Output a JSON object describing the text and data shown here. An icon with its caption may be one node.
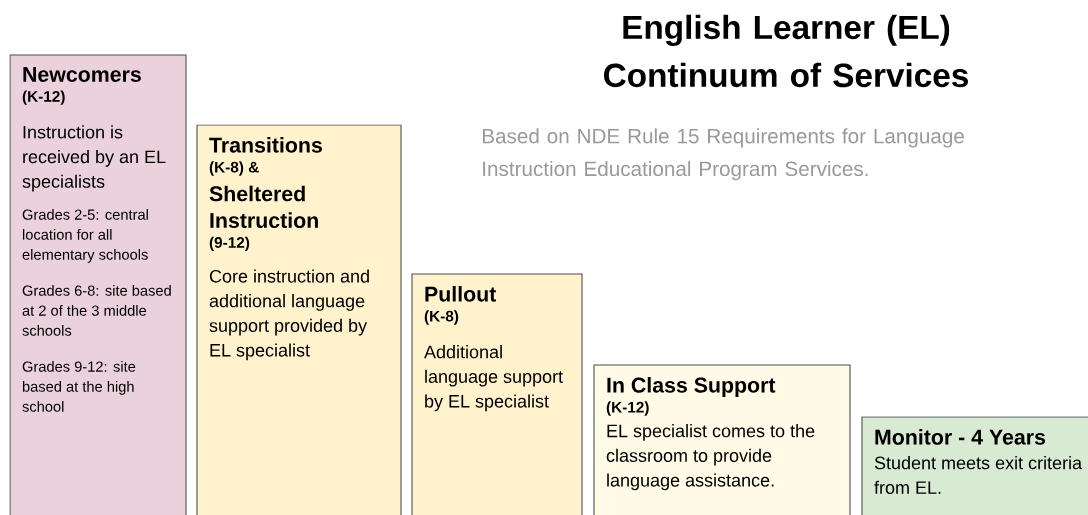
{
  "diagram": {
    "title": "English Learner (EL) Continuum of Services",
    "nodes": [
      {
        "text": [
          "Newcomers",
          "(K-12)",
          "Instruction is received by an EL specialists",
          "Grades 2-5: central location for all elementary schools",
          "Grades 6-8: site based at 2 of the 3 middle schools",
          "Grades 9-12: site based at the high school"
        ]
      },
      {
        "text": [
          "Transitions",
          "(K-8) &",
          "Sheltered Instruction",
          "(9-12)",
          "Core instruction and additional language support provided by EL specialist"
        ]
      },
      {
        "text": [
          "Pullout",
          "(K-8)",
          "Additional language support by EL specialist"
        ]
      },
      {
        "text": [
          "In Class Support",
          "(K-12)",
          "EL specialist comes to the classroom to provide language assistance."
        ]
      },
      {
        "text": [
          "Monitor - 4 Years",
          "Student meets exit criteria from EL."
        ]
      }
    ],
    "labels": [
      "Based on NDE Rule 15 Requirements for Language Instruction Educational Program Services."
    ]
  }
}
